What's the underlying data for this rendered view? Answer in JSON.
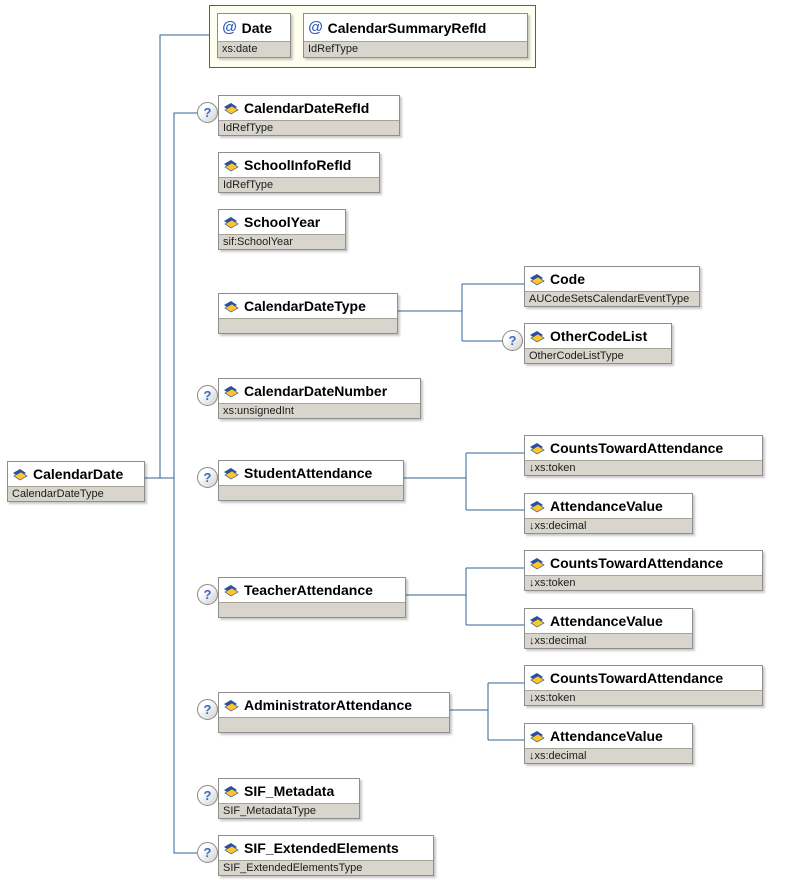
{
  "colors": {
    "connector": "#336699",
    "type_row_bg": "#d8d5cd",
    "attr_group_bg": "#fffff0",
    "node_border": "#8e8e8e",
    "element_icon_blue": "#2a4fa2",
    "element_icon_yellow": "#ffc726",
    "optional_badge_text": "#3a6bc4"
  },
  "icons": {
    "optional": "?",
    "attribute": "@"
  },
  "root": {
    "name": "CalendarDate",
    "type": "CalendarDateType"
  },
  "attributes": {
    "date": {
      "name": "Date",
      "type": "xs:date"
    },
    "calendarSummaryRefId": {
      "name": "CalendarSummaryRefId",
      "type": "IdRefType"
    }
  },
  "children": {
    "calendarDateRefId": {
      "name": "CalendarDateRefId",
      "type": "IdRefType",
      "optional": true
    },
    "schoolInfoRefId": {
      "name": "SchoolInfoRefId",
      "type": "IdRefType",
      "optional": false
    },
    "schoolYear": {
      "name": "SchoolYear",
      "type": "sif:SchoolYear",
      "optional": false
    },
    "calendarDateType": {
      "name": "CalendarDateType",
      "type": "",
      "optional": false
    },
    "calendarDateNumber": {
      "name": "CalendarDateNumber",
      "type": "xs:unsignedInt",
      "optional": true
    },
    "studentAttendance": {
      "name": "StudentAttendance",
      "type": "",
      "optional": true
    },
    "teacherAttendance": {
      "name": "TeacherAttendance",
      "type": "",
      "optional": true
    },
    "administratorAttendance": {
      "name": "AdministratorAttendance",
      "type": "",
      "optional": true
    },
    "sifMetadata": {
      "name": "SIF_Metadata",
      "type": "SIF_MetadataType",
      "optional": true
    },
    "sifExtendedElements": {
      "name": "SIF_ExtendedElements",
      "type": "SIF_ExtendedElementsType",
      "optional": true
    }
  },
  "grandchildren": {
    "code": {
      "name": "Code",
      "type": "AUCodeSetsCalendarEventType"
    },
    "otherCodeList": {
      "name": "OtherCodeList",
      "type": "OtherCodeListType",
      "optional": true
    },
    "studentCounts": {
      "name": "CountsTowardAttendance",
      "type": "↓xs:token"
    },
    "studentValue": {
      "name": "AttendanceValue",
      "type": "↓xs:decimal"
    },
    "teacherCounts": {
      "name": "CountsTowardAttendance",
      "type": "↓xs:token"
    },
    "teacherValue": {
      "name": "AttendanceValue",
      "type": "↓xs:decimal"
    },
    "adminCounts": {
      "name": "CountsTowardAttendance",
      "type": "↓xs:token"
    },
    "adminValue": {
      "name": "AttendanceValue",
      "type": "↓xs:decimal"
    }
  }
}
